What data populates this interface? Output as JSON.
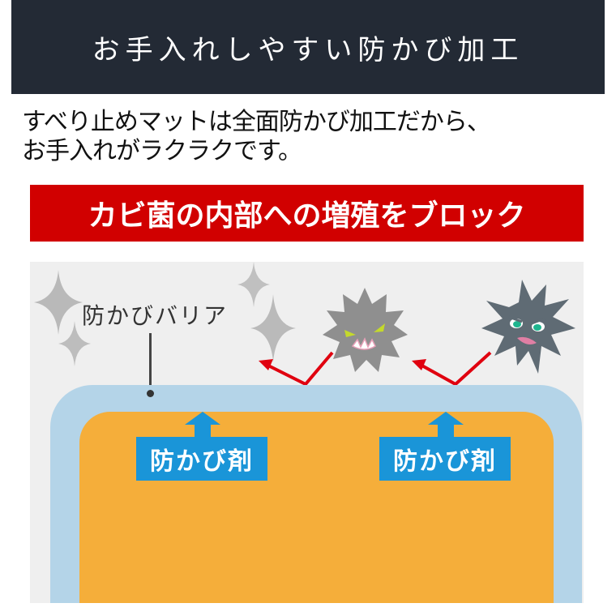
{
  "header": {
    "title": "お手入れしやすい防かび加工",
    "bg_color": "#232a35"
  },
  "subtitle": {
    "lines": [
      "すべり止めマットは全面防かび加工だから、",
      "お手入れがラクラクです。"
    ]
  },
  "banner": {
    "text": "カビ菌の内部への増殖をブロック",
    "bg_color": "#d10000"
  },
  "diagram": {
    "barrier_label": "防かびバリア",
    "agent_labels": [
      "防かび剤",
      "防かび剤"
    ],
    "colors": {
      "panel_bg": "#efefef",
      "barrier": "#b4d4e8",
      "core": "#f5ae3a",
      "agent": "#1a95d8",
      "arrow": "#e0000f",
      "germ_light": "#8f8f8f",
      "germ_dark": "#5f6b74"
    },
    "icons": [
      "sparkle-icon",
      "sparkle-icon",
      "sparkle-icon",
      "sparkle-icon",
      "germ-icon",
      "germ-icon",
      "red-bounce-arrow-icon",
      "red-bounce-arrow-icon",
      "up-arrow-icon",
      "up-arrow-icon"
    ]
  }
}
